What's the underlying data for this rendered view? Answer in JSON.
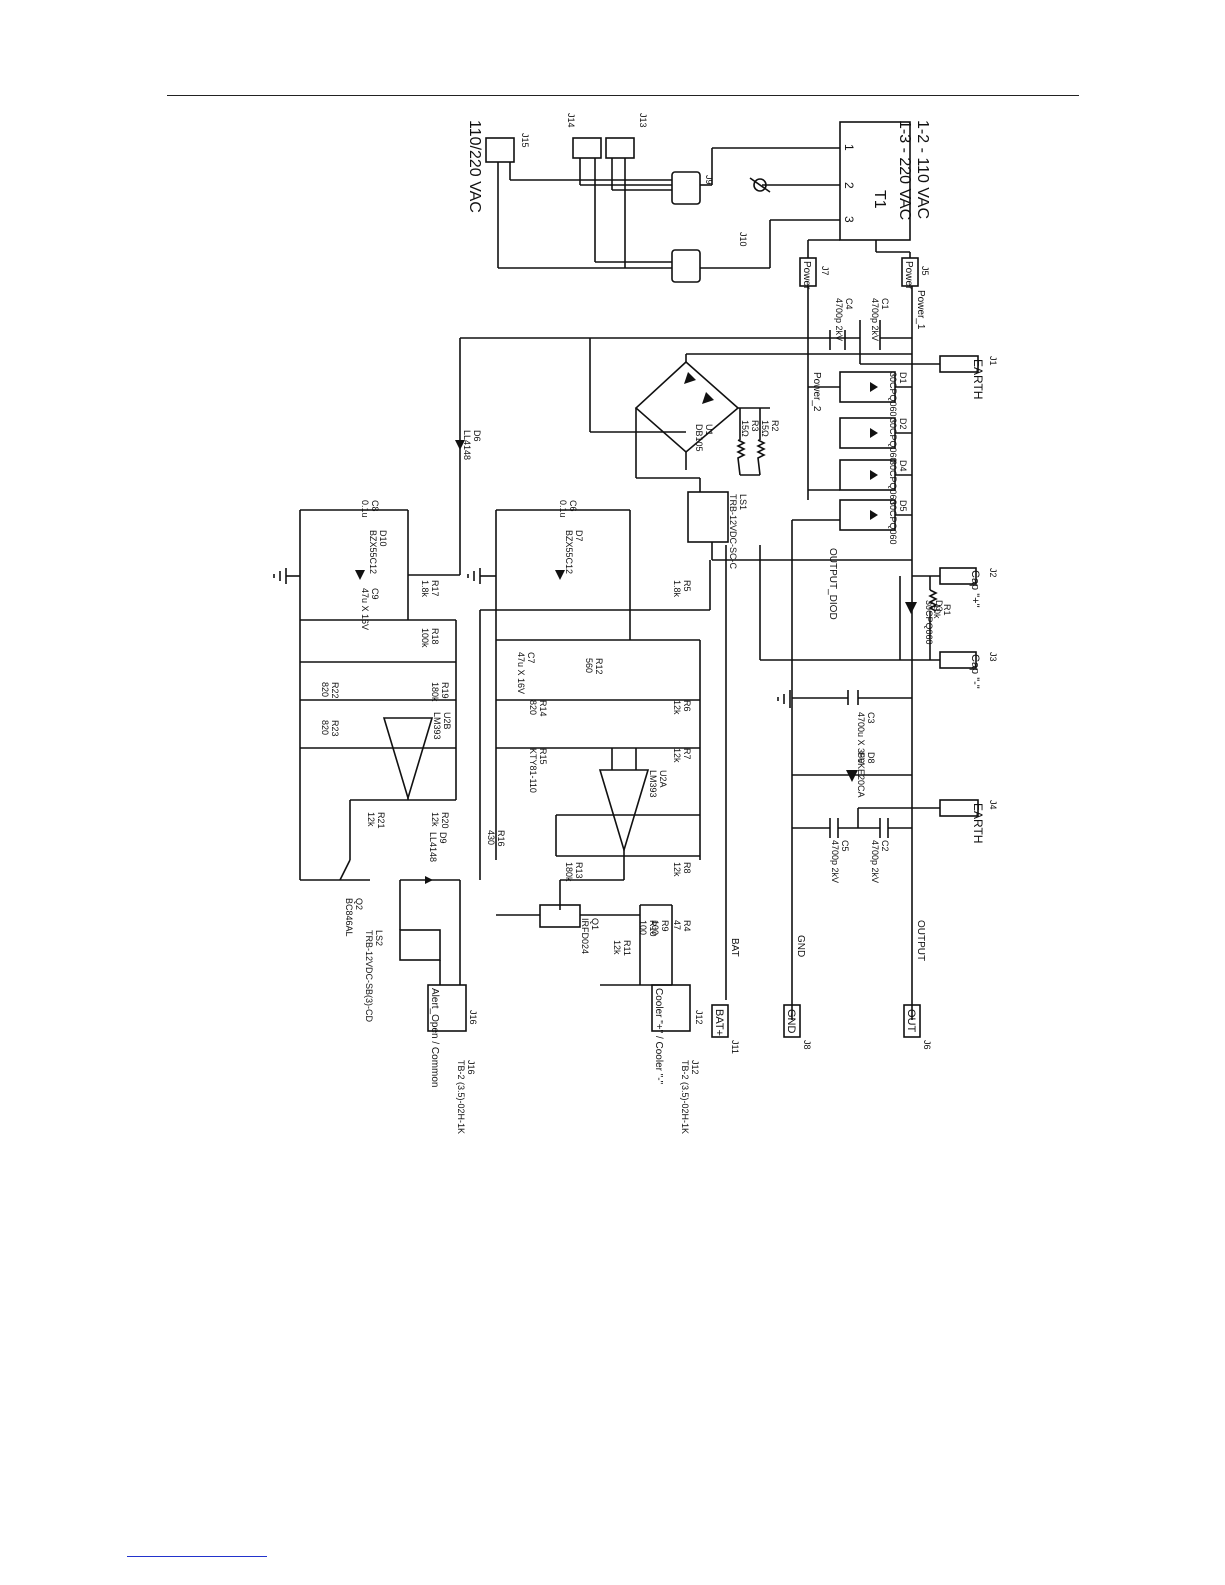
{
  "transformer": {
    "ref": "T1",
    "note_line1": "1-2 - 110 VAC",
    "note_line2": "1-3 - 220 VAC",
    "pins": [
      "1",
      "2",
      "3"
    ]
  },
  "mains_label": "110/220 VAC",
  "connectors": {
    "J1": "EARTH",
    "J4": "EARTH",
    "J2": "Cap \"+\"",
    "J3": "Cap \"-\"",
    "J5": "Power",
    "J7": "Power",
    "J6": "OUT",
    "J8": "GND",
    "J11": "BAT+",
    "J12": "Cooler \"+\" / Cooler \"-\"",
    "J16": "Alert_Open / Common"
  },
  "connector_refs": [
    "J1",
    "J2",
    "J3",
    "J4",
    "J5",
    "J6",
    "J7",
    "J8",
    "J9",
    "J10",
    "J11",
    "J12",
    "J13",
    "J14",
    "J15",
    "J16"
  ],
  "nets": [
    "Power_1",
    "Power_2",
    "OUTPUT",
    "GND",
    "BAT",
    "OUTPUT_DIOD"
  ],
  "components": [
    {
      "ref": "C1",
      "value": "4700p 2kV"
    },
    {
      "ref": "C4",
      "value": "4700p 2kV"
    },
    {
      "ref": "C2",
      "value": "4700p 2kV"
    },
    {
      "ref": "C5",
      "value": "4700p 2kV"
    },
    {
      "ref": "C3",
      "value": "4700u X 35V"
    },
    {
      "ref": "C6",
      "value": "0.1u"
    },
    {
      "ref": "C7",
      "value": "47u X 16V"
    },
    {
      "ref": "C8",
      "value": "0.1u"
    },
    {
      "ref": "C9",
      "value": "47u X 16V"
    },
    {
      "ref": "D1",
      "value": "30CPQ060"
    },
    {
      "ref": "D2",
      "value": "30CPQ060"
    },
    {
      "ref": "D4",
      "value": "30CPQ060"
    },
    {
      "ref": "D5",
      "value": "30CPQ060"
    },
    {
      "ref": "D3",
      "value": "30CPQ060"
    },
    {
      "ref": "D6",
      "value": "LL4148"
    },
    {
      "ref": "D7",
      "value": "BZX55C12"
    },
    {
      "ref": "D8",
      "value": "P6KE20CA"
    },
    {
      "ref": "D9",
      "value": "LL4148"
    },
    {
      "ref": "D10",
      "value": "BZX55C12"
    },
    {
      "ref": "U1",
      "value": "DB105"
    },
    {
      "ref": "U2A",
      "value": "LM393"
    },
    {
      "ref": "U2B",
      "value": "LM393"
    },
    {
      "ref": "R1",
      "value": "10k"
    },
    {
      "ref": "R2",
      "value": "15Ω"
    },
    {
      "ref": "R3",
      "value": "15Ω"
    },
    {
      "ref": "R4",
      "value": "47"
    },
    {
      "ref": "R5",
      "value": "1.8k"
    },
    {
      "ref": "R6",
      "value": "12k"
    },
    {
      "ref": "R7",
      "value": "12k"
    },
    {
      "ref": "R8",
      "value": "12k"
    },
    {
      "ref": "R9",
      "value": "100"
    },
    {
      "ref": "R10",
      "value": "100"
    },
    {
      "ref": "R11",
      "value": "12k"
    },
    {
      "ref": "R12",
      "value": "560"
    },
    {
      "ref": "R13",
      "value": "180k"
    },
    {
      "ref": "R14",
      "value": "820"
    },
    {
      "ref": "R15",
      "value": "KTY81-110"
    },
    {
      "ref": "R16",
      "value": "430"
    },
    {
      "ref": "R17",
      "value": "1.8k"
    },
    {
      "ref": "R18",
      "value": "100k"
    },
    {
      "ref": "R19",
      "value": "180k"
    },
    {
      "ref": "R20",
      "value": "12k"
    },
    {
      "ref": "R21",
      "value": "12k"
    },
    {
      "ref": "R22",
      "value": "820"
    },
    {
      "ref": "R23",
      "value": "820"
    },
    {
      "ref": "Q1",
      "value": "IRFD024"
    },
    {
      "ref": "Q2",
      "value": "BC846AL"
    },
    {
      "ref": "LS1",
      "value": "TRB-12VDC-SC-C"
    },
    {
      "ref": "LS2",
      "value": "TRB-12VDC-SB(3)-CD"
    },
    {
      "ref": "J12",
      "value": "TB-2 (3.5)-02H-1K"
    },
    {
      "ref": "J16",
      "value": "TB-2 (3.5)-02H-1K"
    }
  ],
  "colors": {
    "ink": "#111111",
    "footer_rule": "#2233cc"
  }
}
